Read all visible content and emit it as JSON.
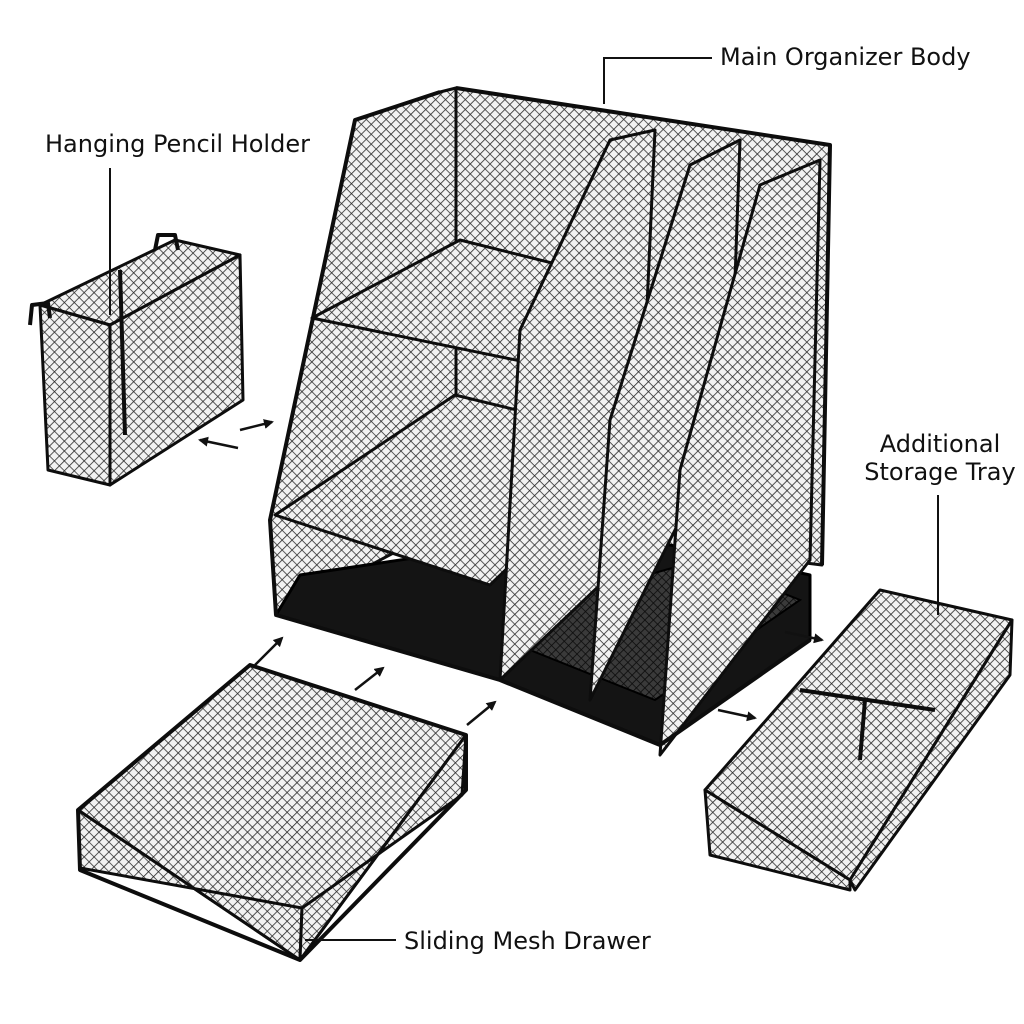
{
  "labels": {
    "main_body": "Main Organizer Body",
    "pencil_holder": "Hanging Pencil Holder",
    "storage_tray_line1": "Additional",
    "storage_tray_line2": "Storage Tray",
    "drawer": "Sliding Mesh Drawer"
  },
  "colors": {
    "background": "#ffffff",
    "metal": "#0d0d0d",
    "text": "#111111"
  }
}
